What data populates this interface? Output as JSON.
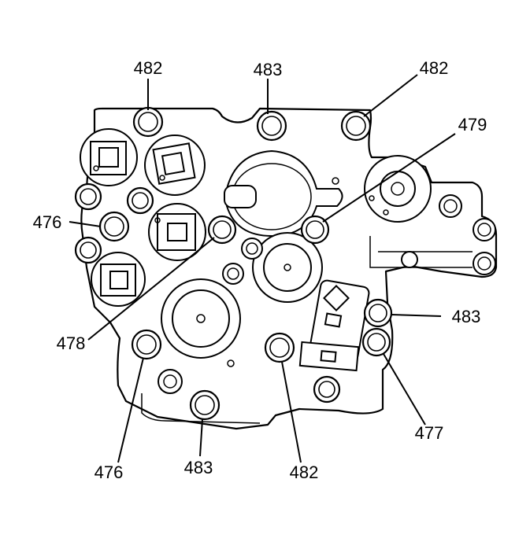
{
  "figure": {
    "callouts": [
      {
        "id": "c1",
        "text": "482"
      },
      {
        "id": "c2",
        "text": "483"
      },
      {
        "id": "c3",
        "text": "482"
      },
      {
        "id": "c4",
        "text": "479"
      },
      {
        "id": "c5",
        "text": "476"
      },
      {
        "id": "c6",
        "text": "483"
      },
      {
        "id": "c7",
        "text": "478"
      },
      {
        "id": "c8",
        "text": "477"
      },
      {
        "id": "c9",
        "text": "476"
      },
      {
        "id": "c10",
        "text": "483"
      },
      {
        "id": "c11",
        "text": "482"
      }
    ]
  }
}
